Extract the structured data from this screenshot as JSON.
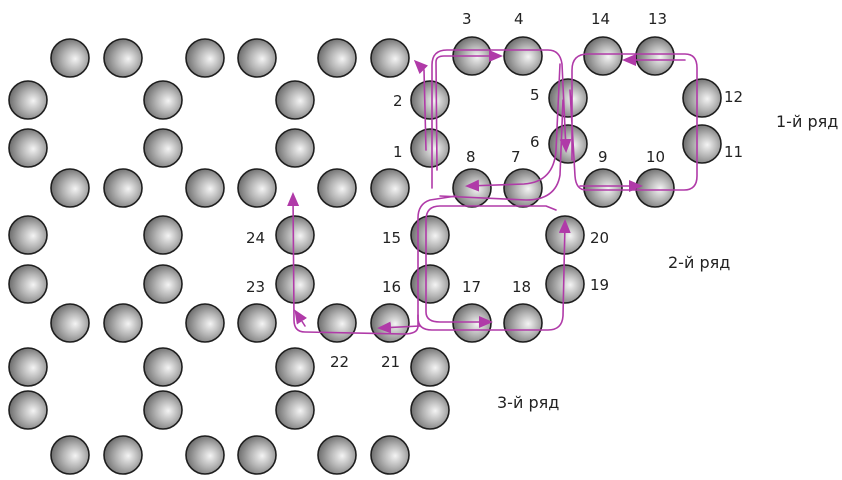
{
  "colors": {
    "bead_light": "#f4f4f4",
    "bead_mid": "#a9a9a9",
    "bead_dark": "#6a6a6a",
    "bead_outline": "#1e1e1e",
    "path": "#b03aa8",
    "text": "#222222"
  },
  "bead_numbers": [
    "1",
    "2",
    "3",
    "4",
    "5",
    "6",
    "7",
    "8",
    "9",
    "10",
    "11",
    "12",
    "13",
    "14",
    "15",
    "16",
    "17",
    "18",
    "19",
    "20",
    "21",
    "22",
    "23",
    "24"
  ],
  "row_labels": {
    "row1": "1-й ряд",
    "row2": "2-й ряд",
    "row3": "3-й ряд"
  }
}
